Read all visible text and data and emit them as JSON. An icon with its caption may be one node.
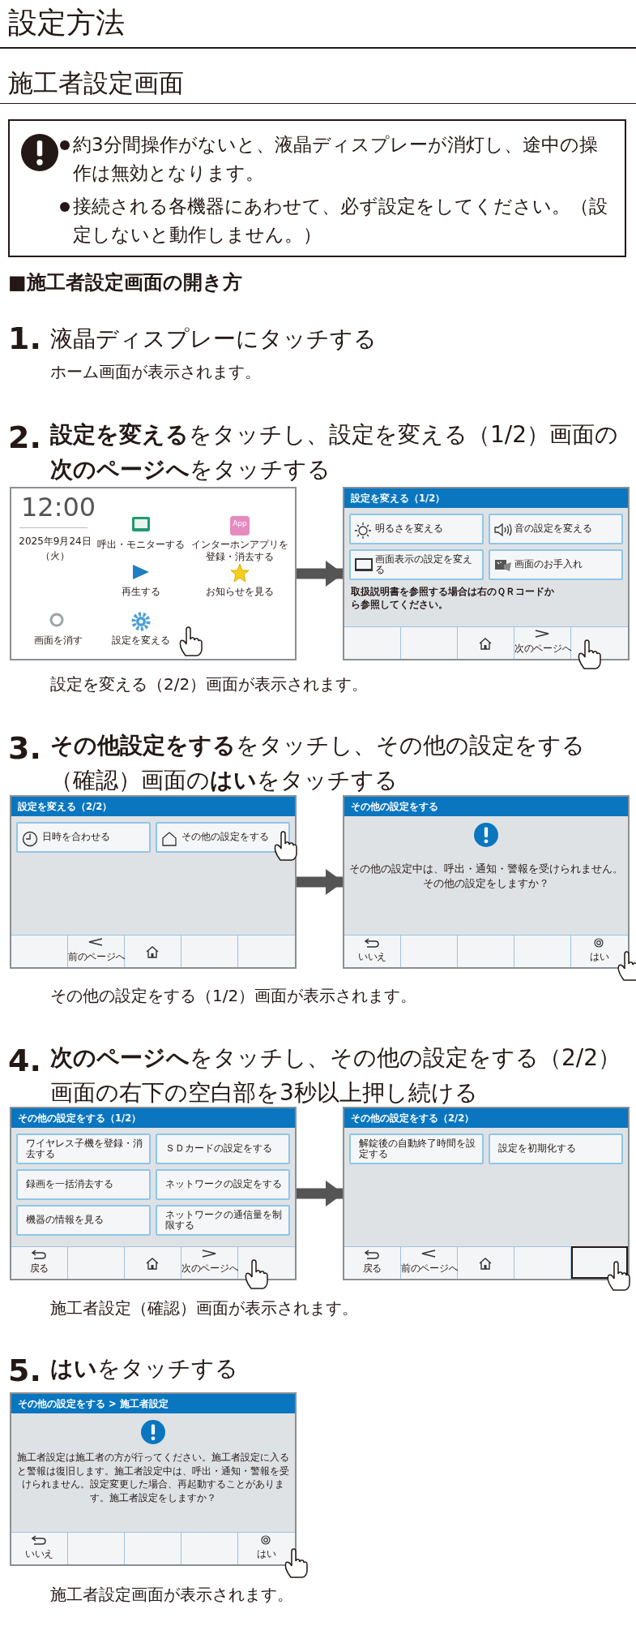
{
  "diagram": {
    "title": "設定方法",
    "nodes": [
      {
        "text": [
          "約3分間操作がないと、液晶ディスプレーが消灯し、途中の操作は無効となります。",
          "接続される各機器にあわせて、必ず設定をしてください。（設定しないと動作しません。）"
        ]
      },
      {
        "text": [
          "12:00",
          "2025年9月24日（火）"
        ]
      },
      {
        "text": [
          "呼出・モニターする"
        ],
        "in": 1
      },
      {
        "text": [
          "インターホンアプリを登録・消去する"
        ],
        "in": 1
      },
      {
        "text": [
          "再生する"
        ],
        "in": 1
      },
      {
        "text": [
          "お知らせを見る"
        ],
        "in": 1
      },
      {
        "text": [
          "画面を消す"
        ],
        "in": 1
      },
      {
        "text": [
          "設定を変える"
        ],
        "in": 1
      },
      {
        "text": [
          "設定を変える（1/2）",
          "取扱説明書を参照する場合は右のＱＲコードから参照してください。"
        ]
      },
      {
        "text": [
          "明るさを変える"
        ],
        "in": 8
      },
      {
        "text": [
          "音の設定を変える"
        ],
        "in": 8
      },
      {
        "text": [
          "画面表示の設定を変える"
        ],
        "in": 8
      },
      {
        "text": [
          "画面のお手入れ"
        ],
        "in": 8
      },
      {
        "text": [],
        "shape": "box",
        "in": 8
      },
      {
        "text": [],
        "shape": "box",
        "in": 8
      },
      {
        "text": [],
        "shape": "box",
        "in": 8
      },
      {
        "text": [
          "次のページへ"
        ],
        "in": 8
      },
      {
        "text": [],
        "shape": "box",
        "in": 8
      },
      {
        "text": [
          "設定を変える（2/2）"
        ]
      },
      {
        "text": [
          "日時を合わせる"
        ],
        "in": 18
      },
      {
        "text": [
          "その他の設定をする"
        ],
        "in": 18
      },
      {
        "text": [],
        "shape": "box",
        "in": 18
      },
      {
        "text": [
          "前のページへ"
        ],
        "in": 18
      },
      {
        "text": [],
        "shape": "box",
        "in": 18
      },
      {
        "text": [],
        "shape": "box",
        "in": 18
      },
      {
        "text": [],
        "shape": "box",
        "in": 18
      },
      {
        "text": [
          "その他の設定をする",
          "その他の設定中は、呼出・通知・警報を受けられません。その他の設定をしますか？"
        ]
      },
      {
        "text": [
          "いいえ"
        ],
        "in": 26
      },
      {
        "text": [],
        "shape": "box",
        "in": 26
      },
      {
        "text": [],
        "shape": "box",
        "in": 26
      },
      {
        "text": [],
        "shape": "box",
        "in": 26
      },
      {
        "text": [
          "はい"
        ],
        "in": 26
      },
      {
        "text": [
          "その他の設定をする（1/2）"
        ]
      },
      {
        "text": [
          "ワイヤレス子機を登録・消去する"
        ],
        "in": 32
      },
      {
        "text": [
          "ＳＤカードの設定をする"
        ],
        "in": 32
      },
      {
        "text": [
          "録画を一括消去する"
        ],
        "in": 32
      },
      {
        "text": [
          "ネットワークの設定をする"
        ],
        "in": 32
      },
      {
        "text": [
          "機器の情報を見る"
        ],
        "in": 32
      },
      {
        "text": [
          "ネットワークの通信量を制限する"
        ],
        "in": 32
      },
      {
        "text": [
          "戻る"
        ],
        "in": 32
      },
      {
        "text": [],
        "shape": "box",
        "in": 32
      },
      {
        "text": [],
        "shape": "box",
        "in": 32
      },
      {
        "text": [
          "次のページへ"
        ],
        "in": 32
      },
      {
        "text": [],
        "shape": "box",
        "in": 32
      },
      {
        "text": [
          "その他の設定をする（2/2）"
        ]
      },
      {
        "text": [
          "解錠後の自動終了時間を設定する"
        ],
        "in": 44
      },
      {
        "text": [
          "設定を初期化する"
        ],
        "in": 44
      },
      {
        "text": [
          "戻る"
        ],
        "in": 44
      },
      {
        "text": [
          "前のページへ"
        ],
        "in": 44
      },
      {
        "text": [],
        "shape": "box",
        "in": 44
      },
      {
        "text": [],
        "shape": "box",
        "in": 44
      },
      {
        "text": [],
        "shape": "box",
        "in": 44
      },
      {
        "text": [
          "その他の設定をする > 施工者設定",
          "施工者設定は施工者の方が行ってください。施工者設定に入ると警報は復旧します。施工者設定中は、呼出・通知・警報を受けられません。設定変更した場合、再起動することがあります。施工者設定をしますか？"
        ]
      },
      {
        "text": [
          "いいえ"
        ],
        "in": 52
      },
      {
        "text": [],
        "shape": "box",
        "in": 52
      },
      {
        "text": [],
        "shape": "box",
        "in": 52
      },
      {
        "text": [],
        "shape": "box",
        "in": 52
      },
      {
        "text": [
          "はい"
        ],
        "in": 52
      }
    ],
    "edges": [
      {
        "from": 1,
        "to": 8,
        "arrow": "to"
      },
      {
        "from": 18,
        "to": 26,
        "arrow": "to"
      },
      {
        "from": 32,
        "to": 44,
        "arrow": "to"
      }
    ],
    "labels": [
      "施工者設定画面",
      "■施工者設定画面の開き方",
      "1.",
      "液晶ディスプレーにタッチする",
      "ホーム画面が表示されます。",
      "2.",
      "**設定を変える**をタッチし、設定を変える（1/2）画面の**次のページへ**をタッチする",
      "設定を変える（2/2）画面が表示されます。",
      "3.",
      "**その他設定をする**をタッチし、その他の設定をする（確認）画面の**はい**をタッチする",
      "その他の設定をする（1/2）画面が表示されます。",
      "4.",
      "**次のページへ**をタッチし、その他の設定をする（2/2）画面の右下の空白部を3秒以上押し続ける",
      "施工者設定（確認）画面が表示されます。",
      "5.",
      "**はい**をタッチする",
      "施工者設定画面が表示されます。",
      "App"
    ]
  }
}
